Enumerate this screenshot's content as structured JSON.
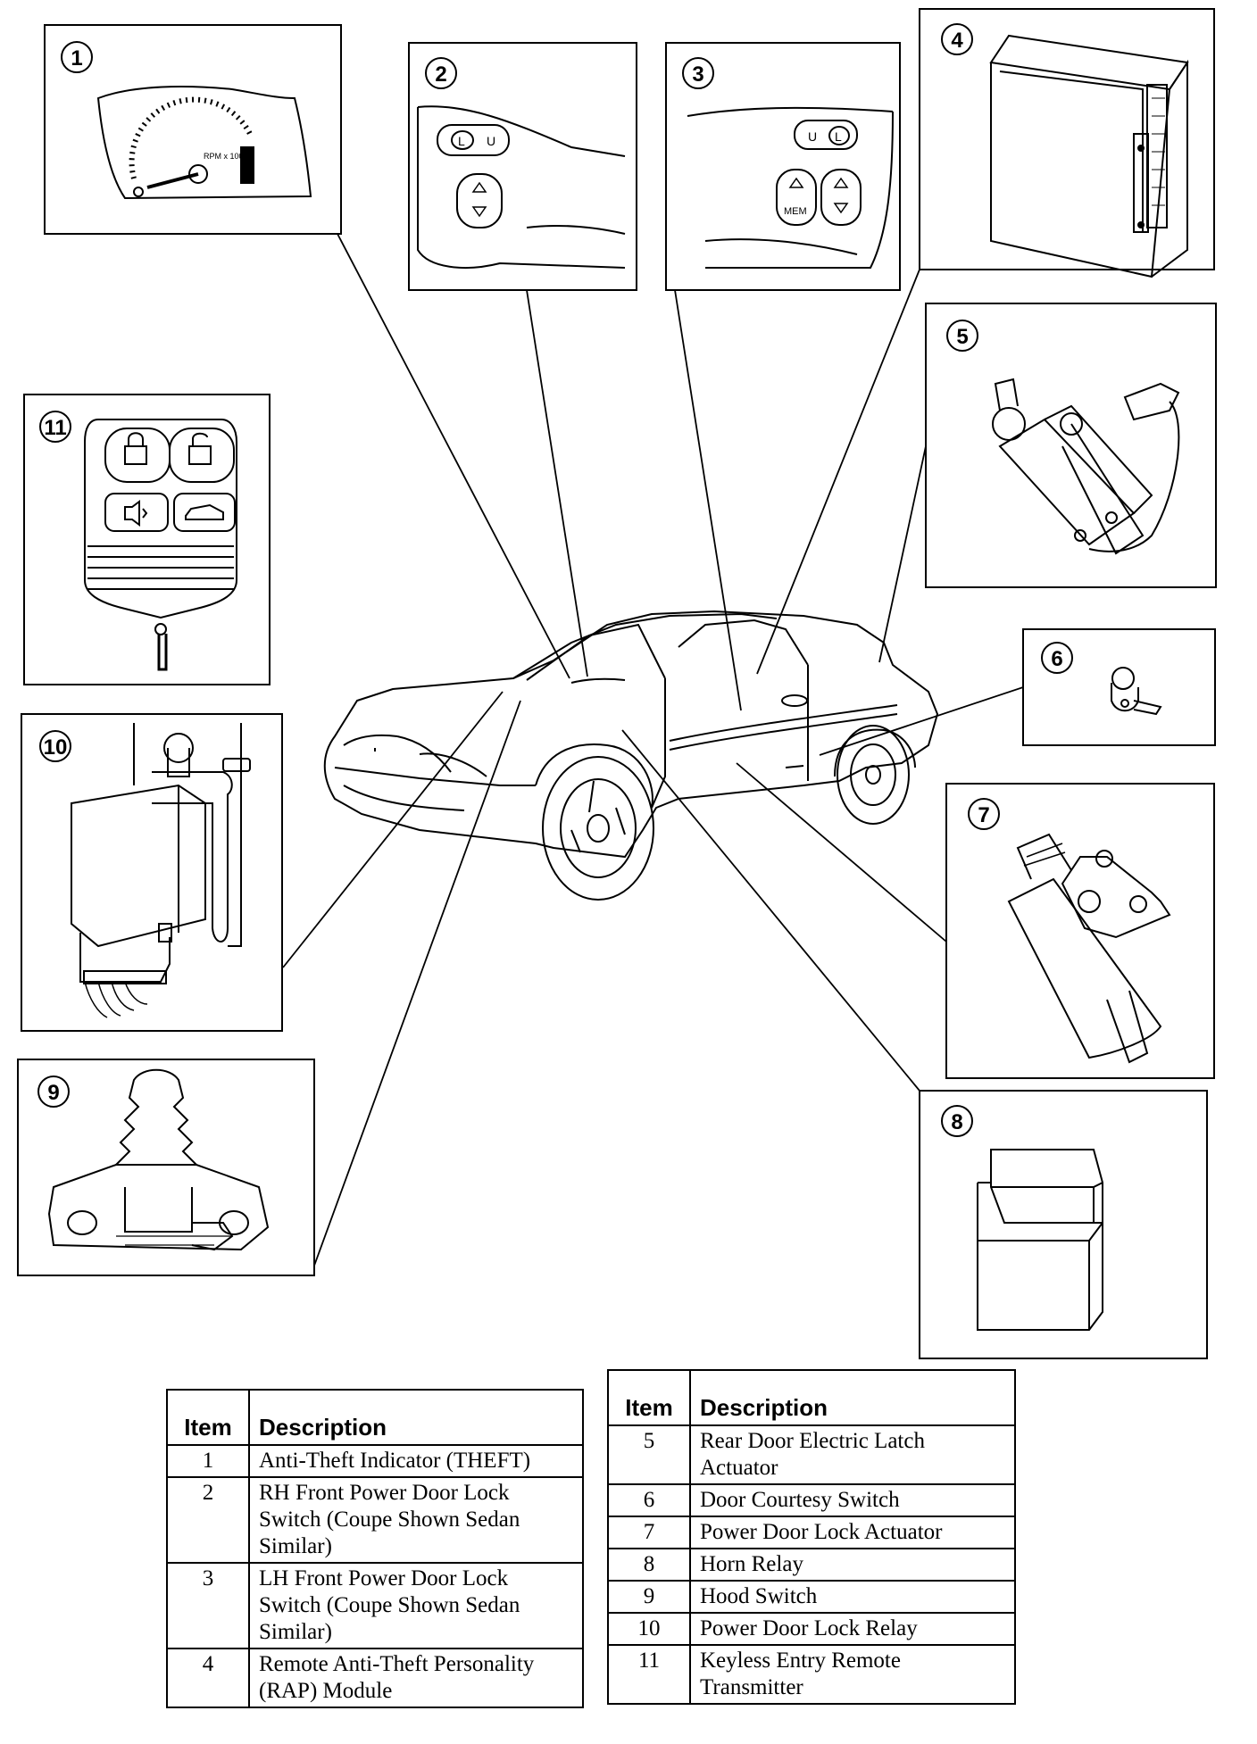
{
  "callouts": [
    "1",
    "2",
    "3",
    "4",
    "5",
    "6",
    "7",
    "8",
    "9",
    "10",
    "11"
  ],
  "illustration_text": {
    "gauge_label": "RPM x 1000",
    "switch_lu": [
      "L",
      "U"
    ],
    "switch_ul": [
      "U",
      "L"
    ],
    "switch_mem": "MEM"
  },
  "tables": {
    "left": {
      "header": {
        "item": "Item",
        "description": "Description"
      },
      "rows": [
        {
          "item": "1",
          "description": "Anti-Theft Indicator (THEFT)"
        },
        {
          "item": "2",
          "description": "RH Front Power Door Lock Switch (Coupe Shown Sedan Similar)"
        },
        {
          "item": "3",
          "description": "LH Front Power Door Lock Switch (Coupe Shown Sedan Similar)"
        },
        {
          "item": "4",
          "description": "Remote Anti-Theft Personality (RAP) Module"
        }
      ]
    },
    "right": {
      "header": {
        "item": "Item",
        "description": "Description"
      },
      "rows": [
        {
          "item": "5",
          "description": "Rear Door Electric Latch Actuator"
        },
        {
          "item": "6",
          "description": "Door Courtesy Switch"
        },
        {
          "item": "7",
          "description": "Power Door Lock Actuator"
        },
        {
          "item": "8",
          "description": "Horn Relay"
        },
        {
          "item": "9",
          "description": "Hood Switch"
        },
        {
          "item": "10",
          "description": "Power Door Lock Relay"
        },
        {
          "item": "11",
          "description": "Keyless Entry Remote Transmitter"
        }
      ]
    }
  },
  "colors": {
    "ink": "#000000",
    "paper": "#ffffff"
  }
}
